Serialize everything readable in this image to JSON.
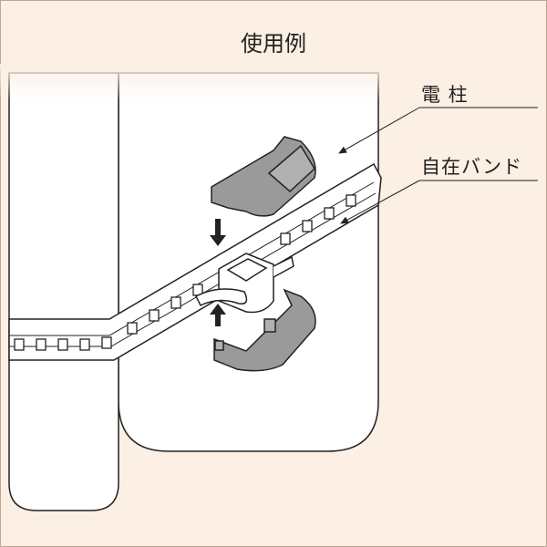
{
  "title": "使用例",
  "labels": {
    "pole": "電 柱",
    "band": "自在バンド"
  },
  "colors": {
    "background": "#fcefe3",
    "part_fill": "#9a9a9a",
    "line": "#222222"
  }
}
